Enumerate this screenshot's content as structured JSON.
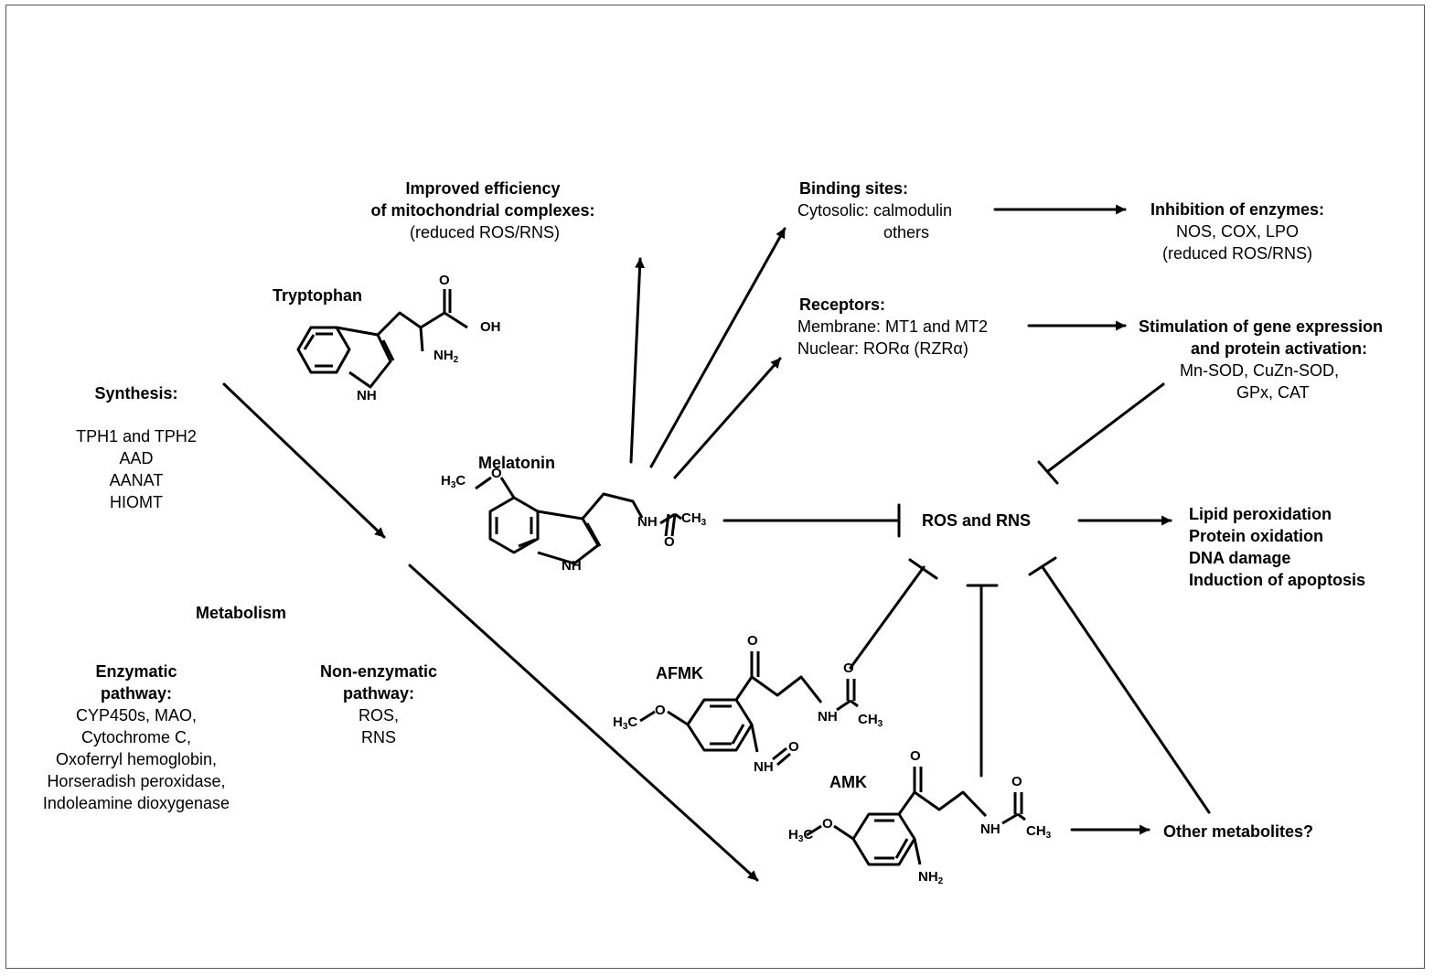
{
  "mito": {
    "title1": "Improved efficiency",
    "title2": "of mitochondrial complexes:",
    "body": "(reduced ROS/RNS)"
  },
  "binding": {
    "title": "Binding sites:",
    "line1": "Cytosolic: calmodulin",
    "line2": "others"
  },
  "inhibition": {
    "title": "Inhibition of enzymes:",
    "line1": "NOS, COX, LPO",
    "line2": "(reduced ROS/RNS)"
  },
  "receptors": {
    "title": "Receptors:",
    "line1": "Membrane: MT1 and MT2",
    "line2": "Nuclear: RORα (RZRα)"
  },
  "stimulation": {
    "title1": "Stimulation of gene expression",
    "title2": "and protein activation:",
    "line1": "Mn-SOD, CuZn-SOD,",
    "line2": "GPx, CAT"
  },
  "tryptophan": {
    "label": "Tryptophan",
    "o": "O",
    "oh": "OH",
    "nh": "NH",
    "nh2": "NH",
    "sub2": "2"
  },
  "synthesis": {
    "title": "Synthesis:",
    "enzymes": [
      "TPH1 and TPH2",
      "AAD",
      "AANAT",
      "HIOMT"
    ]
  },
  "melatonin": {
    "label": "Melatonin",
    "h3c": "H",
    "sub3": "3",
    "c": "C",
    "o": "O",
    "nh": "NH",
    "ch": "CH",
    "o2": "O",
    "nh_ring": "NH"
  },
  "ros": {
    "label": "ROS and RNS"
  },
  "damage": {
    "items": [
      "Lipid peroxidation",
      "Protein oxidation",
      "DNA damage",
      "Induction of apoptosis"
    ]
  },
  "metabolism": {
    "title": "Metabolism"
  },
  "enzymatic": {
    "title1": "Enzymatic",
    "title2": "pathway:",
    "items": [
      "CYP450s, MAO,",
      "Cytochrome C,",
      "Oxoferryl hemoglobin,",
      "Horseradish peroxidase,",
      "Indoleamine dioxygenase"
    ]
  },
  "nonenzymatic": {
    "title1": "Non-enzymatic",
    "title2": "pathway:",
    "items": [
      "ROS,",
      "RNS"
    ]
  },
  "afmk": {
    "label": "AFMK",
    "o": "O",
    "o2": "O",
    "nh": "NH",
    "ch": "CH",
    "h": "H",
    "c": "C",
    "sub3": "3",
    "nh_cho": "NH"
  },
  "amk": {
    "label": "AMK",
    "o": "O",
    "o2": "O",
    "nh": "NH",
    "ch": "CH",
    "h": "H",
    "c": "C",
    "sub3": "3",
    "nh2": "NH",
    "sub2": "2"
  },
  "other": {
    "label": "Other metabolites?"
  }
}
